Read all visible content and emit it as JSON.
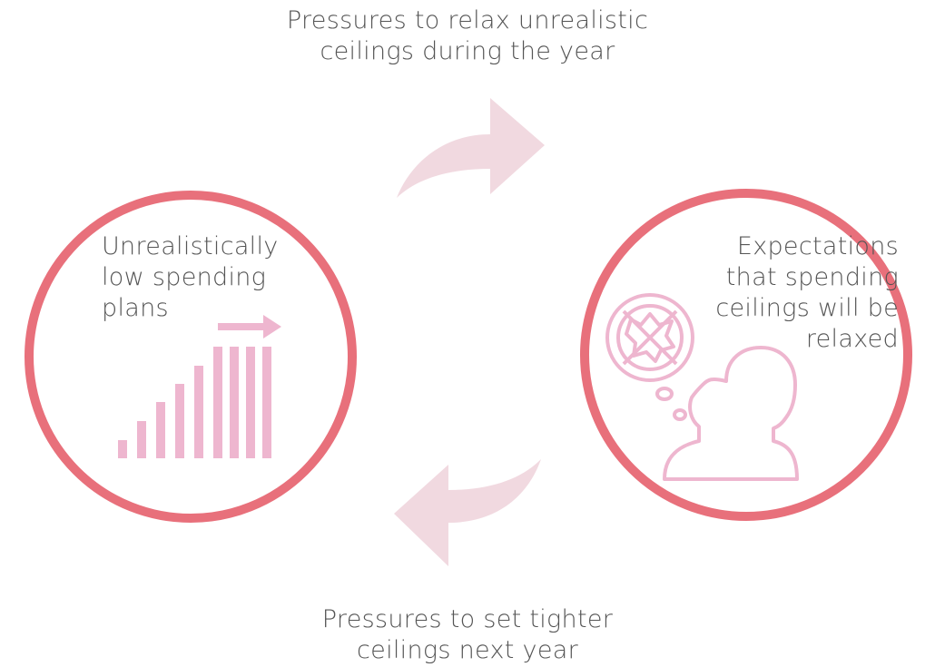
{
  "captions": {
    "top_line1": "Pressures to relax unrealistic",
    "top_line2": "ceilings during the year",
    "bottom_line1": "Pressures to set tighter",
    "bottom_line2": "ceilings next year"
  },
  "left_circle": {
    "line1": "Unrealistically",
    "line2": "low spending",
    "line3": "plans",
    "icon": "bar-chart-icon"
  },
  "right_circle": {
    "line1": "Expectations",
    "line2": "that spending",
    "line3": "ceilings will be",
    "line4": "relaxed",
    "icon": "thinking-person-icon"
  },
  "colors": {
    "circle_stroke": "#e8707b",
    "arrow_fill": "#f1d9e0",
    "icon_pink": "#eeb6cf",
    "text": "#555555"
  }
}
